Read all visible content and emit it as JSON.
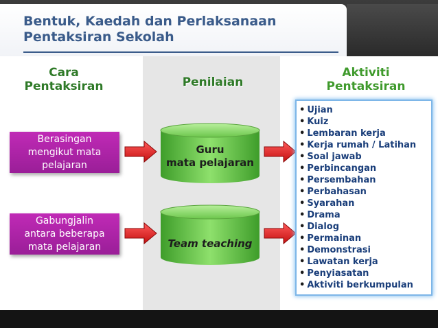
{
  "slide": {
    "title": "Bentuk, Kaedah dan Perlaksanaan\nPentaksiran Sekolah"
  },
  "columns": {
    "cara": "Cara\nPentaksiran",
    "penilaian": "Penilaian",
    "aktiviti": "Aktiviti\nPentaksiran"
  },
  "cara_items": [
    "Berasingan\nmengikut mata\npelajaran",
    "Gabungjalin\nantara beberapa\nmata pelajaran"
  ],
  "penilaian_items": [
    "Guru\nmata pelajaran",
    "Team teaching"
  ],
  "aktiviti_items": [
    "Ujian",
    "Kuiz",
    "Lembaran kerja",
    "Kerja rumah / Latihan",
    "Soal jawab",
    "Perbincangan",
    "Persembahan",
    "Perbahasan",
    "Syarahan",
    "Drama",
    "Dialog",
    "Permainan",
    "Demonstrasi",
    "Lawatan kerja",
    "Penyiasatan",
    "Aktiviti berkumpulan"
  ],
  "colors": {
    "title": "#3a5b8a",
    "purple": "#b026aa",
    "arrow_red": "#e01b1b",
    "cylinder_green": "#66c94a",
    "list_text": "#1a3e7a",
    "heading_green": "#3f9a2c"
  }
}
